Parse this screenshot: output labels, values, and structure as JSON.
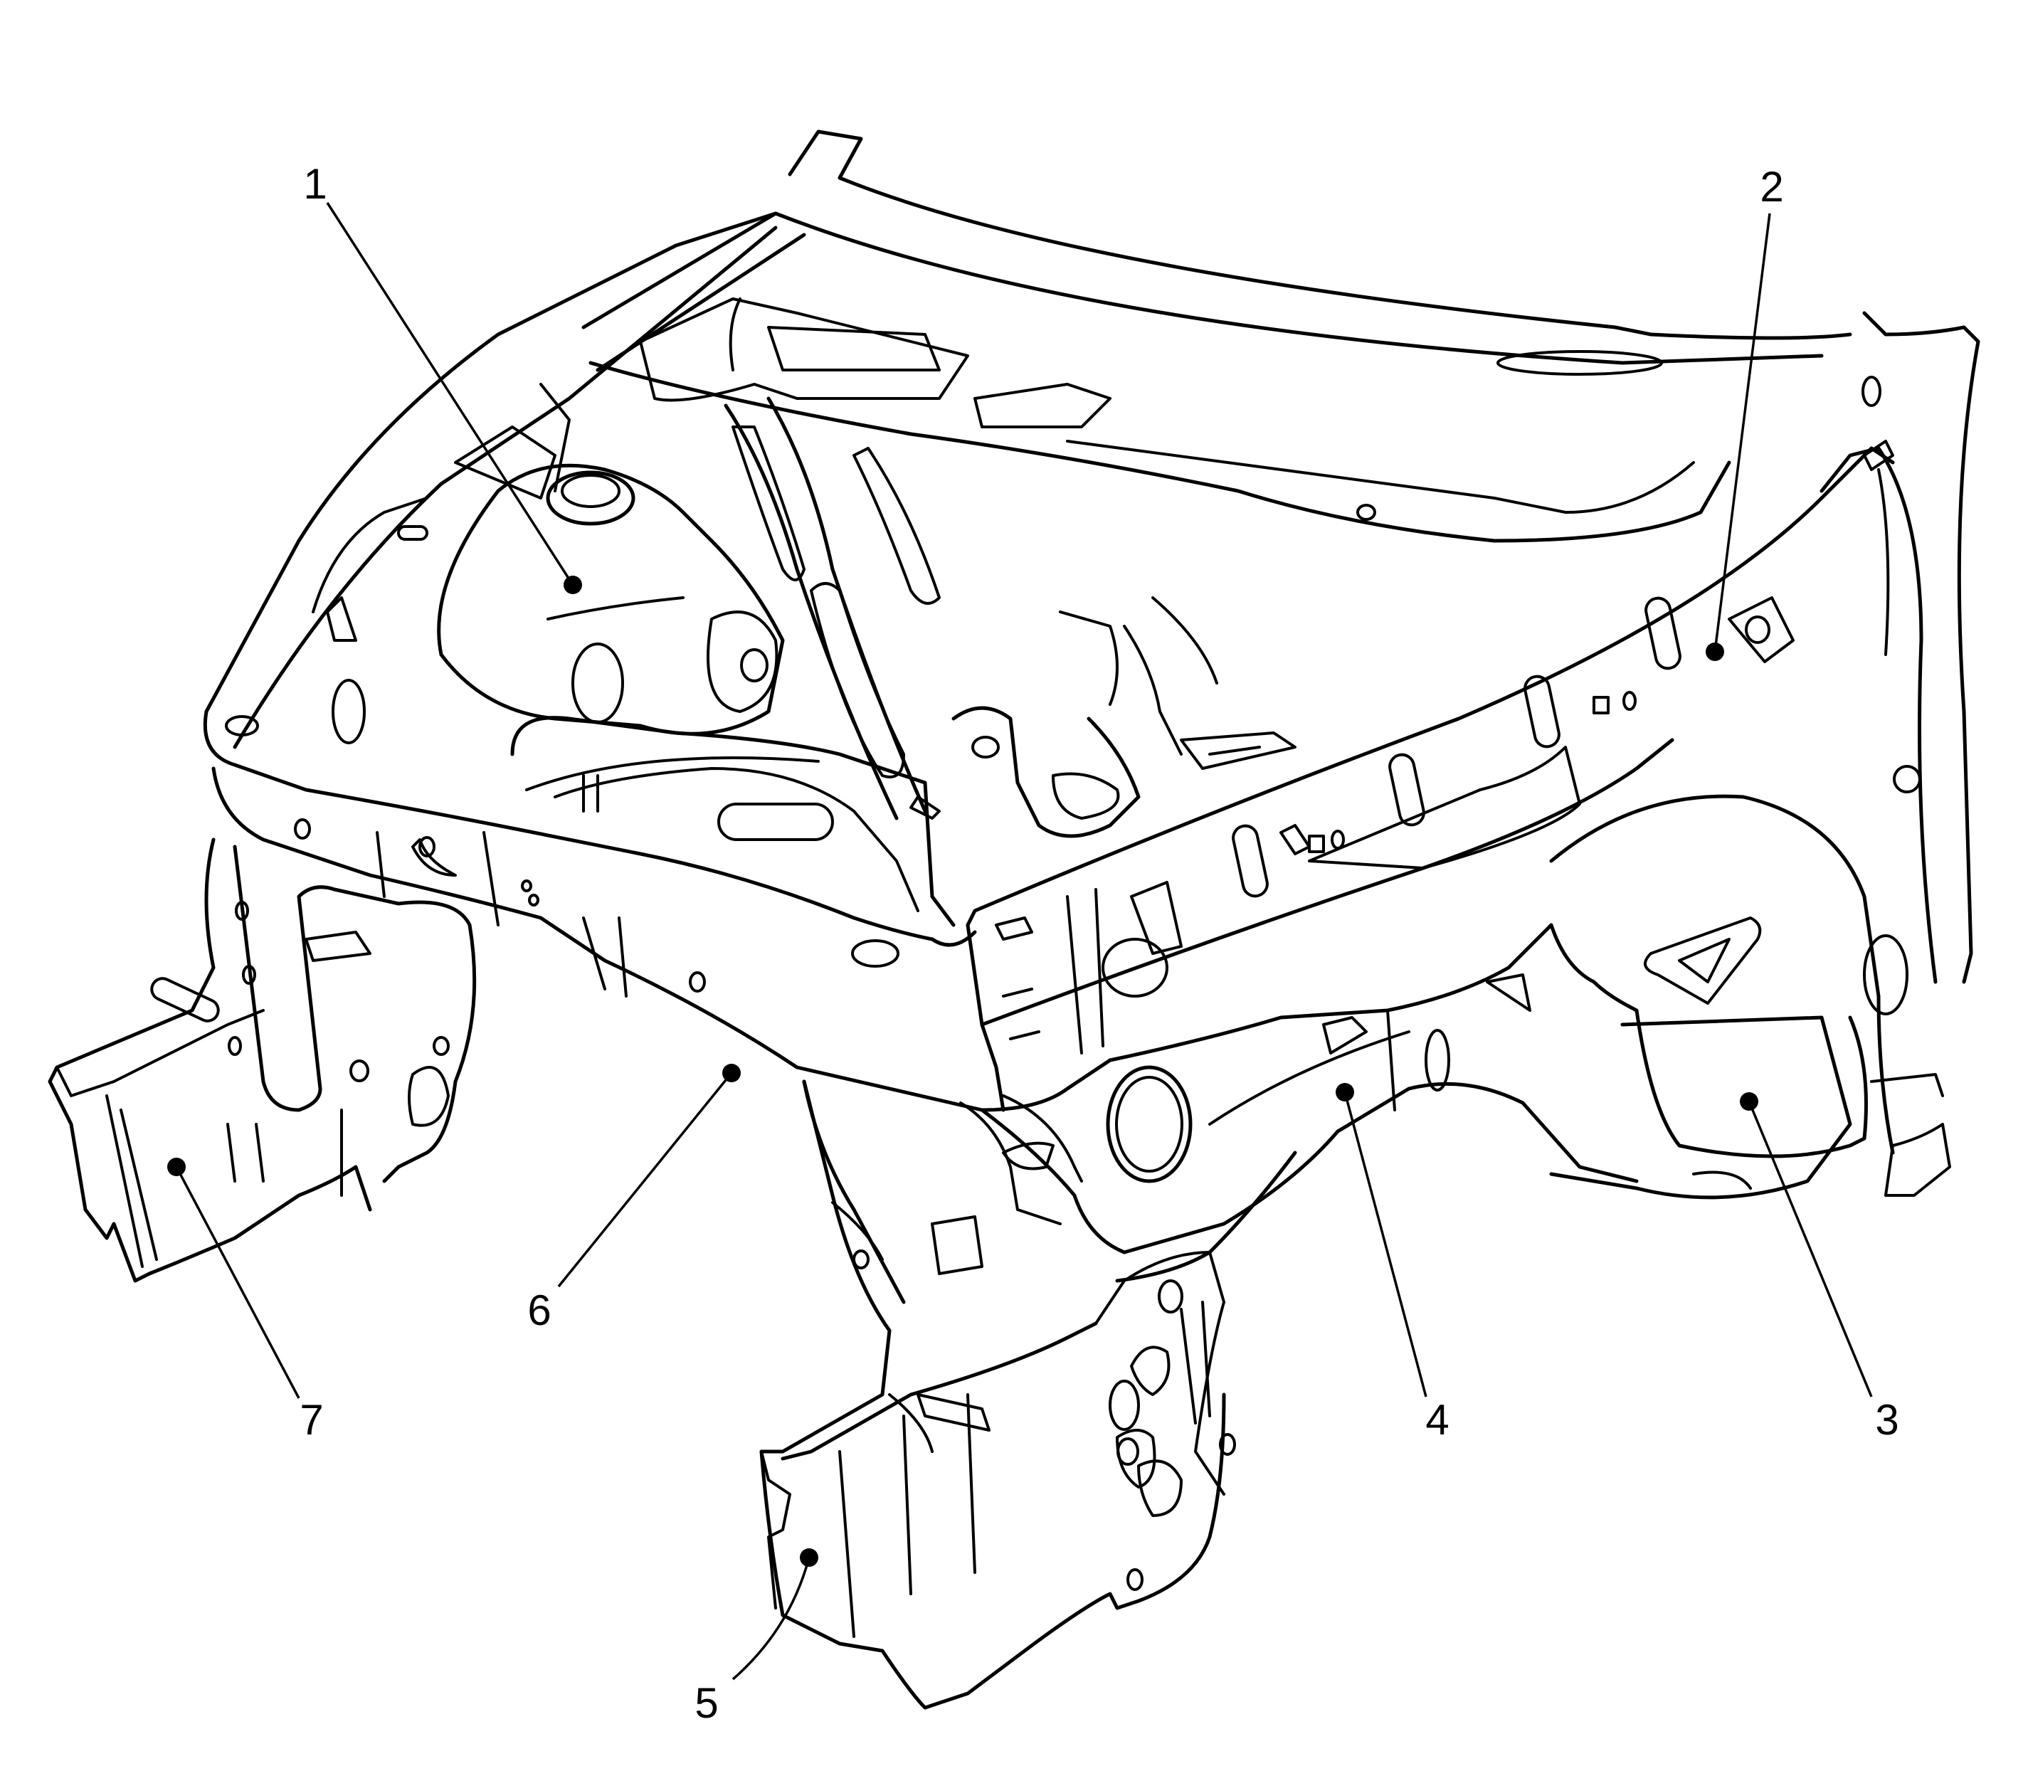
{
  "colors": {
    "line": "#000000",
    "background": "#ffffff"
  },
  "callouts": [
    {
      "label": "1"
    },
    {
      "label": "2"
    },
    {
      "label": "3"
    },
    {
      "label": "4"
    },
    {
      "label": "5"
    },
    {
      "label": "6"
    },
    {
      "label": "7"
    }
  ]
}
